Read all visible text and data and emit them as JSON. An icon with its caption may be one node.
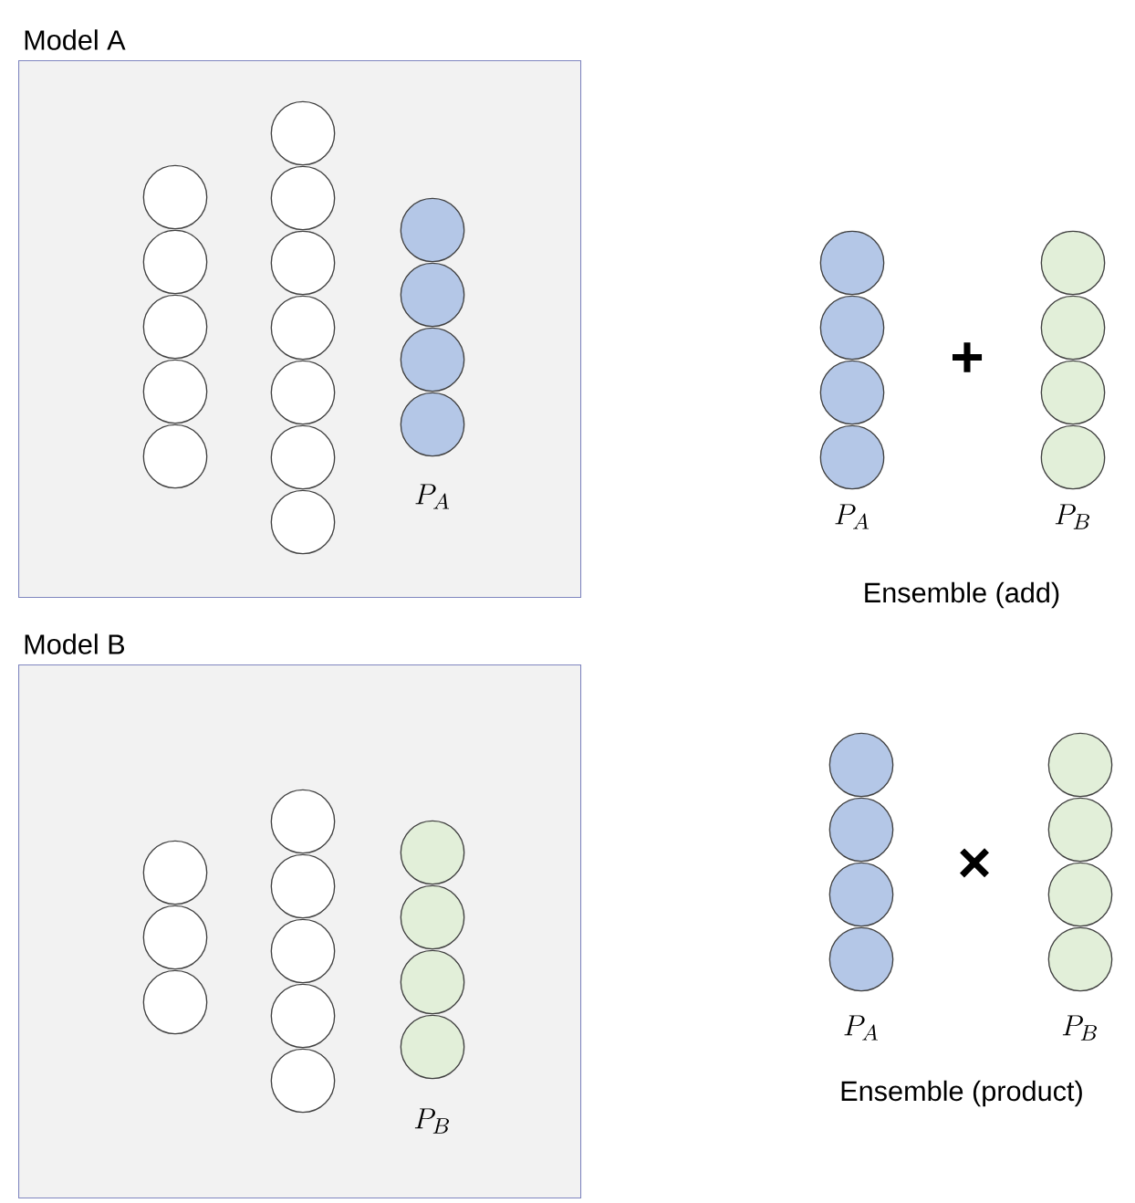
{
  "diagram": {
    "nodes": [
      {
        "text": [
          "Model A"
        ]
      },
      {
        "text": [],
        "shape": "circle",
        "in": 0
      },
      {
        "text": [],
        "shape": "circle",
        "in": 0
      },
      {
        "text": [],
        "shape": "circle",
        "in": 0
      },
      {
        "text": [],
        "shape": "circle",
        "in": 0
      },
      {
        "text": [],
        "shape": "circle",
        "in": 0
      },
      {
        "text": [],
        "shape": "circle",
        "in": 0
      },
      {
        "text": [],
        "shape": "circle",
        "in": 0
      },
      {
        "text": [],
        "shape": "circle",
        "in": 0
      },
      {
        "text": [],
        "shape": "circle",
        "in": 0
      },
      {
        "text": [],
        "shape": "circle",
        "in": 0
      },
      {
        "text": [],
        "shape": "circle",
        "in": 0
      },
      {
        "text": [],
        "shape": "circle",
        "in": 0
      },
      {
        "text": [],
        "shape": "circle",
        "in": 0
      },
      {
        "text": [],
        "shape": "circle",
        "in": 0
      },
      {
        "text": [],
        "shape": "circle",
        "in": 0
      },
      {
        "text": [],
        "shape": "circle",
        "in": 0
      },
      {
        "text": [
          "Model B"
        ]
      },
      {
        "text": [],
        "shape": "circle",
        "in": 17
      },
      {
        "text": [],
        "shape": "circle",
        "in": 17
      },
      {
        "text": [],
        "shape": "circle",
        "in": 17
      },
      {
        "text": [],
        "shape": "circle",
        "in": 17
      },
      {
        "text": [],
        "shape": "circle",
        "in": 17
      },
      {
        "text": [],
        "shape": "circle",
        "in": 17
      },
      {
        "text": [],
        "shape": "circle",
        "in": 17
      },
      {
        "text": [],
        "shape": "circle",
        "in": 17
      },
      {
        "text": [],
        "shape": "circle",
        "in": 17
      },
      {
        "text": [],
        "shape": "circle",
        "in": 17
      },
      {
        "text": [],
        "shape": "circle",
        "in": 17
      },
      {
        "text": [],
        "shape": "circle",
        "in": 17
      },
      {
        "text": [],
        "shape": "circle"
      },
      {
        "text": [],
        "shape": "circle"
      },
      {
        "text": [],
        "shape": "circle"
      },
      {
        "text": [],
        "shape": "circle"
      },
      {
        "text": [],
        "shape": "circle"
      },
      {
        "text": [],
        "shape": "circle"
      },
      {
        "text": [],
        "shape": "circle"
      },
      {
        "text": [],
        "shape": "circle"
      },
      {
        "text": [],
        "shape": "circle"
      },
      {
        "text": [],
        "shape": "circle"
      },
      {
        "text": [],
        "shape": "circle"
      },
      {
        "text": [],
        "shape": "circle"
      },
      {
        "text": [],
        "shape": "circle"
      },
      {
        "text": [],
        "shape": "circle"
      },
      {
        "text": [],
        "shape": "circle"
      },
      {
        "text": [],
        "shape": "circle"
      }
    ],
    "labels": [
      "P_A",
      "+",
      "P_A",
      "P_B",
      "Ensemble (add)",
      "P_B",
      "×",
      "P_A",
      "P_B",
      "Ensemble (product)"
    ]
  }
}
